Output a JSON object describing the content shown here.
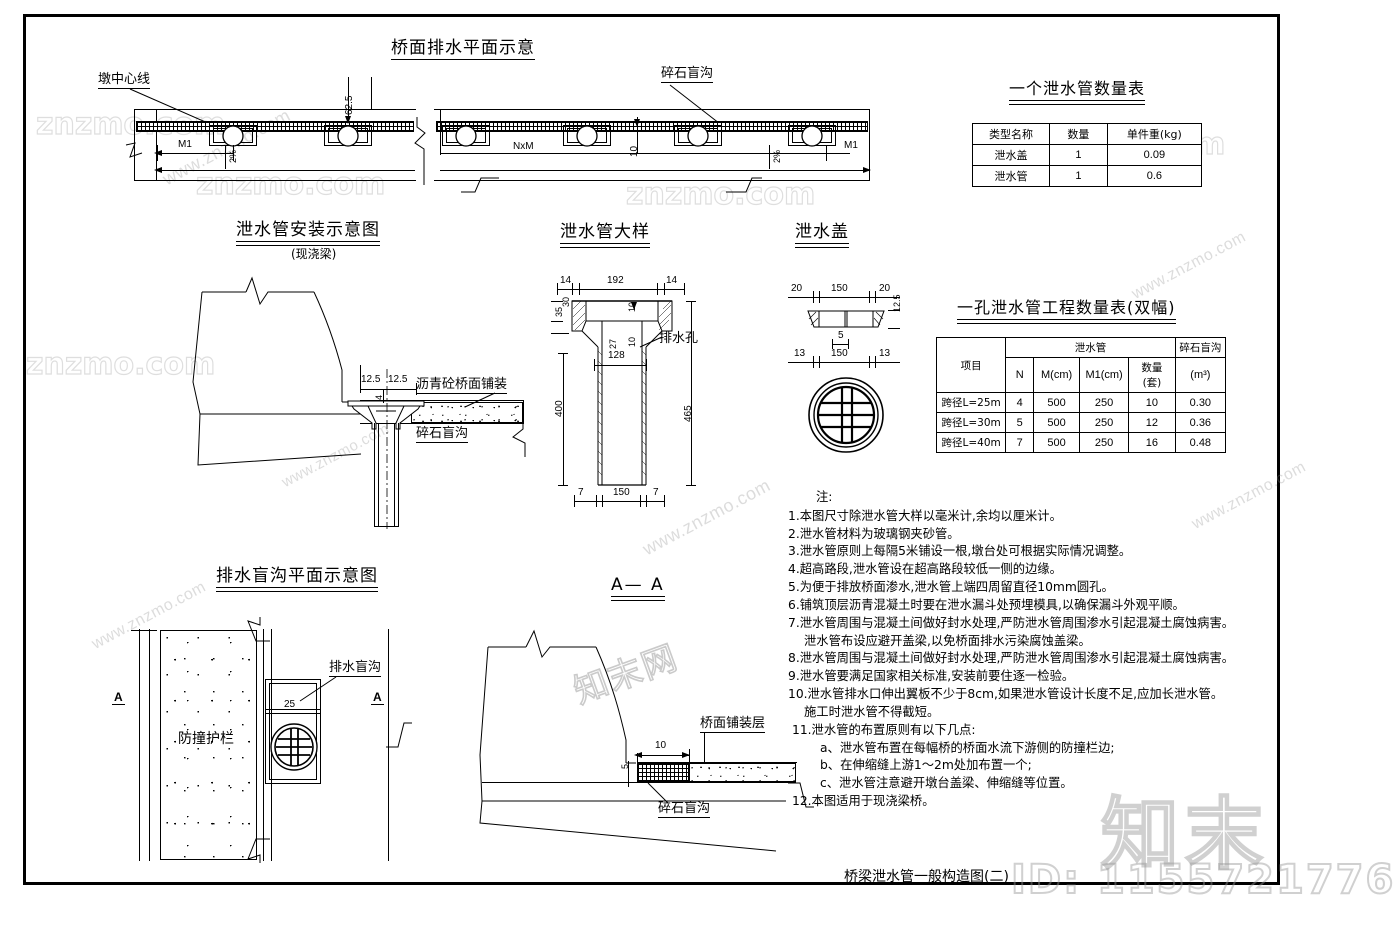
{
  "drawing": {
    "footer_title": "桥梁泄水管一般构造图(二)",
    "watermark_id": "ID: 1155721776",
    "watermark_site": "znzmo.com",
    "watermark_cn": "知末"
  },
  "plan_view": {
    "title": "桥面排水平面示意",
    "labels": {
      "pier_centerline": "墩中心线",
      "rubble_drain": "碎石盲沟"
    },
    "dims": {
      "d625": "62.5",
      "m1_left": "M1",
      "m1_right": "M1",
      "nxm": "NxM",
      "slope_left": "2%",
      "slope_right": "2%",
      "d10": "10"
    }
  },
  "install_view": {
    "title": "泄水管安装示意图",
    "subtitle": "(现浇梁)",
    "labels": {
      "asphalt_pavement": "沥青砼桥面铺装",
      "rubble_drain": "碎石盲沟"
    },
    "dims": {
      "a": "12.5",
      "b": "12.5",
      "c": "4"
    }
  },
  "pipe_detail": {
    "title": "泄水管大样",
    "labels": {
      "drain_hole": "排水孔"
    },
    "dims": {
      "w_left_flange": "14",
      "w_top": "192",
      "w_right_flange": "14",
      "h_30": "30",
      "h_35": "35",
      "h_10a": "10",
      "h_10b": "10",
      "h_27": "27",
      "w_128": "128",
      "h_400": "400",
      "h_465": "465",
      "w_7l": "7",
      "w_150": "150",
      "w_7r": "7"
    }
  },
  "cover_detail": {
    "title": "泄水盖",
    "dims": {
      "l_20": "20",
      "top_150": "150",
      "r_20": "20",
      "t_12_5": "12.5",
      "w_5": "5",
      "l_13": "13",
      "bot_150": "150",
      "r_13": "13"
    }
  },
  "blind_ditch_plan": {
    "title": "排水盲沟平面示意图",
    "labels": {
      "guardrail": "防撞护栏",
      "drain_ditch": "排水盲沟",
      "section_mark_left": "A",
      "section_mark_right": "A"
    },
    "dims": {
      "w_25": "25"
    }
  },
  "section_aa": {
    "title": "A— A",
    "labels": {
      "deck_pavement_layer": "桥面铺装层",
      "rubble_drain": "碎石盲沟"
    },
    "dims": {
      "w_10": "10",
      "h_5": "5"
    }
  },
  "table_single_pipe": {
    "title": "一个泄水管数量表",
    "headers": [
      "类型名称",
      "数量",
      "单件重(kg)"
    ],
    "rows": [
      [
        "泄水盖",
        "1",
        "0.09"
      ],
      [
        "泄水管",
        "1",
        "0.6"
      ]
    ]
  },
  "table_quantity": {
    "title": "一孔泄水管工程数量表(双幅)",
    "group_headers": {
      "item": "项目",
      "pipe": "泄水管",
      "rubble": "碎石盲沟"
    },
    "sub_headers": [
      "N",
      "M(cm)",
      "M1(cm)",
      "数量(套)",
      "(m³)"
    ],
    "rows": [
      [
        "跨径L=25m",
        "4",
        "500",
        "250",
        "10",
        "0.30"
      ],
      [
        "跨径L=30m",
        "5",
        "500",
        "250",
        "12",
        "0.36"
      ],
      [
        "跨径L=40m",
        "7",
        "500",
        "250",
        "16",
        "0.48"
      ]
    ]
  },
  "notes": {
    "heading": "注:",
    "items": [
      "1.本图尺寸除泄水管大样以毫米计,余均以厘米计。",
      "2.泄水管材料为玻璃钢夹砂管。",
      "3.泄水管原则上每隔5米铺设一根,墩台处可根据实际情况调整。",
      "4.超高路段,泄水管设在超高路段较低一侧的边缘。",
      "5.为便于排放桥面渗水,泄水管上端四周留直径10mm圆孔。",
      "6.铺筑顶层沥青混凝土时要在泄水漏斗处预埋模具,以确保漏斗外观平顺。",
      "7.泄水管周围与混凝土间做好封水处理,严防泄水管周围渗水引起混凝土腐蚀病害。",
      "泄水管布设应避开盖梁,以免桥面排水污染腐蚀盖梁。",
      "8.泄水管周围与混凝土间做好封水处理,严防泄水管周围渗水引起混凝土腐蚀病害。",
      "9.泄水管要满足国家相关标准,安装前要住逐一检验。",
      "10.泄水管排水口伸出翼板不少于8cm,如果泄水管设计长度不足,应加长泄水管。",
      "施工时泄水管不得截短。",
      "11.泄水管的布置原则有以下几点:",
      "a、泄水管布置在每幅桥的桥面水流下游侧的防撞栏边;",
      "b、在伸缩缝上游1～2m处加布置一个;",
      "c、泄水管注意避开墩台盖梁、伸缩缝等位置。",
      "12.本图适用于现浇梁桥。"
    ]
  }
}
